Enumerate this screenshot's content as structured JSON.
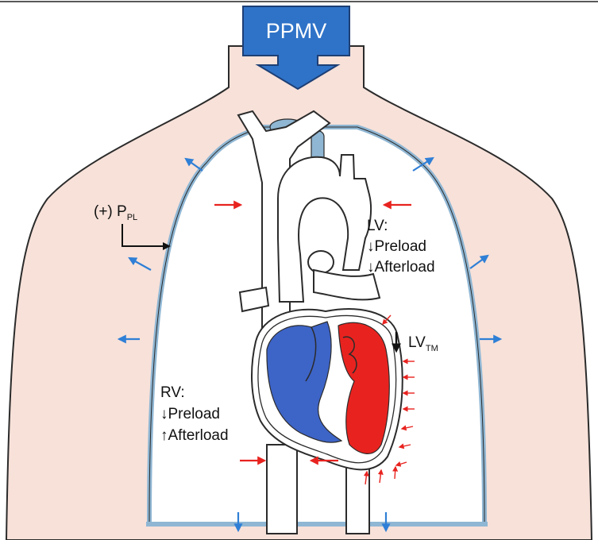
{
  "diagram": {
    "top_label": "PPMV",
    "pleural_pressure": {
      "prefix": "(+) P",
      "subscript": "PL"
    },
    "lv": {
      "title": "LV:",
      "line1": "↓Preload",
      "line2": "↓Afterload"
    },
    "lv_transmural": {
      "arrow": "↓",
      "main": "LV",
      "subscript": "TM"
    },
    "rv": {
      "title": "RV:",
      "line1": "↓Preload",
      "line2": "↑Afterload"
    }
  },
  "colors": {
    "skin": "#f7e1d9",
    "pleura": "#8fb6d3",
    "ppmv_box": "#2f73c8",
    "right_heart": "#3d64c7",
    "left_heart": "#e8231f",
    "red_arrows": "#e8231f",
    "blue_arrows": "#2f7fd6",
    "outline": "#2b2b2b"
  },
  "icons": {
    "ppmv": "downward-block-arrow",
    "pressure": "small-directional-arrow"
  }
}
